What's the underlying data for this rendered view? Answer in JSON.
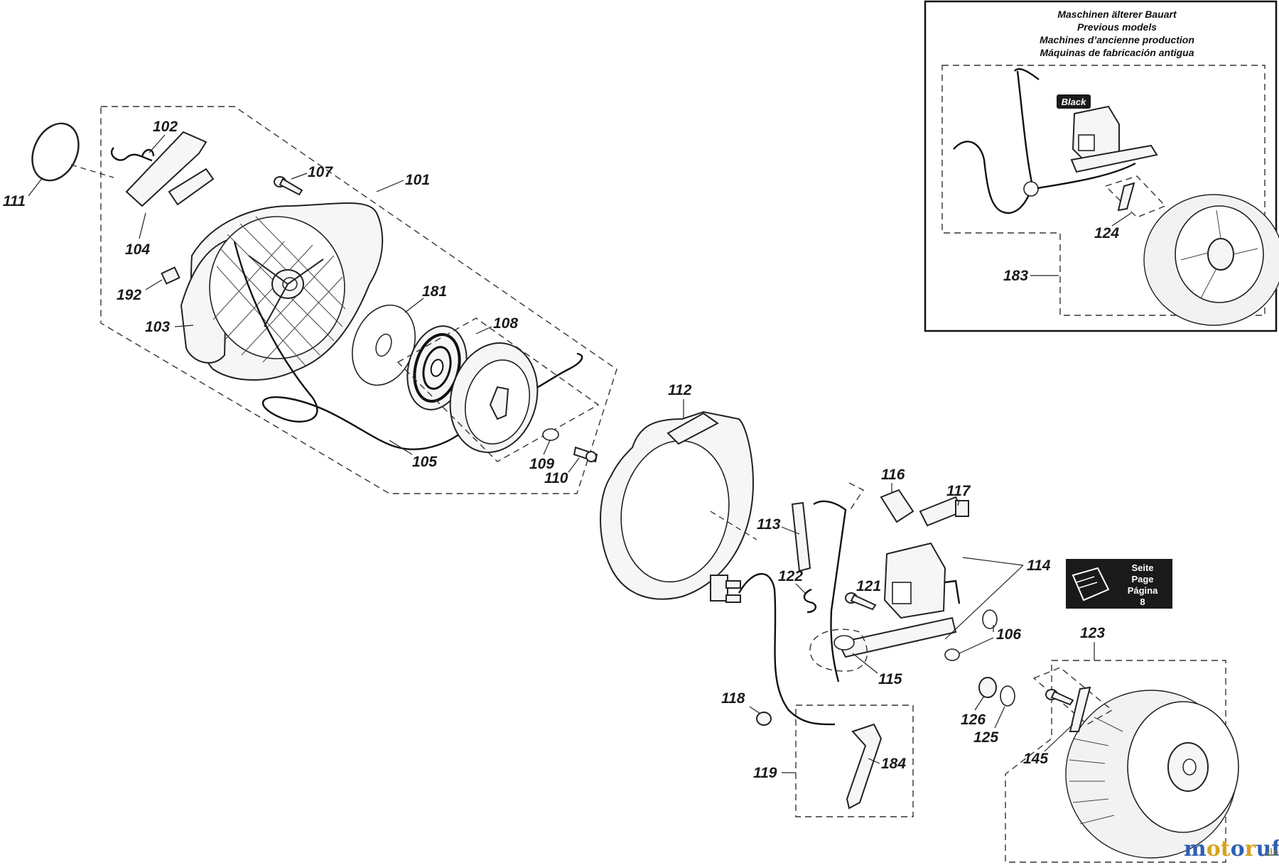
{
  "inset": {
    "title_lines": [
      "Maschinen älterer Bauart",
      "Previous models",
      "Machines d’ancienne production",
      "Máquinas de fabricación antigua"
    ],
    "color_tag": "Black",
    "callouts": [
      "124",
      "183"
    ]
  },
  "callouts": {
    "c101": "101",
    "c102": "102",
    "c103": "103",
    "c104": "104",
    "c105": "105",
    "c106": "106",
    "c107": "107",
    "c108": "108",
    "c109": "109",
    "c110": "110",
    "c111": "111",
    "c112": "112",
    "c113": "113",
    "c114": "114",
    "c115": "115",
    "c116": "116",
    "c117": "117",
    "c118": "118",
    "c119": "119",
    "c121": "121",
    "c122": "122",
    "c123": "123",
    "c125": "125",
    "c126": "126",
    "c145": "145",
    "c181": "181",
    "c184": "184",
    "c192": "192"
  },
  "page_ref": {
    "lines": [
      "Seite",
      "Page",
      "Página",
      "8"
    ],
    "icon": "book-hand-icon",
    "bg_color": "#1a1a1a"
  },
  "watermark": {
    "name": "motoruf",
    "suffix": ".de",
    "colors": [
      "#2f5fb3",
      "#d9a21b",
      "#d9a21b",
      "#2f5fb3",
      "#d9a21b",
      "#2f5fb3",
      "#2f5fb3"
    ]
  }
}
